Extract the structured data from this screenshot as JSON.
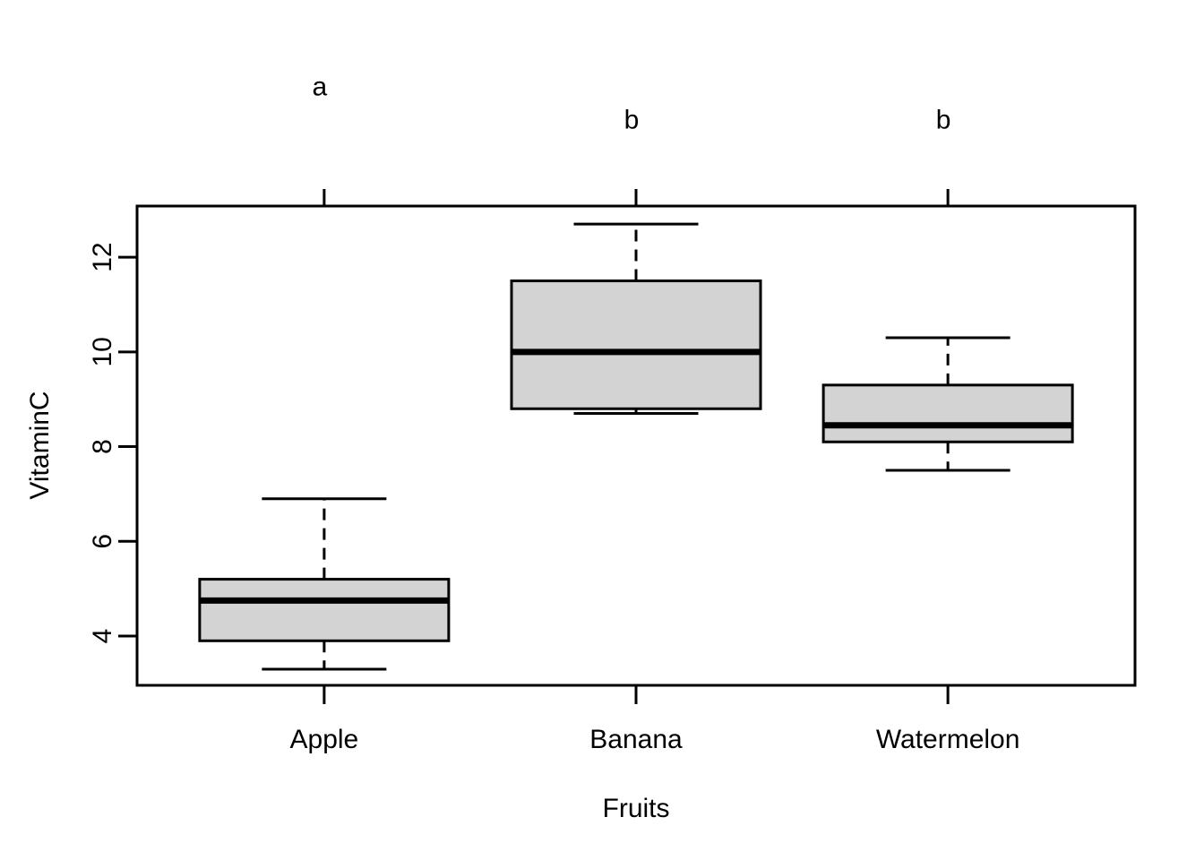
{
  "figure": {
    "background_color": "#ffffff",
    "line_color": "#000000"
  },
  "chart_data": {
    "type": "boxplot",
    "title": "",
    "xlabel": "Fruits",
    "ylabel": "VitaminC",
    "categories": [
      "Apple",
      "Banana",
      "Watermelon"
    ],
    "y_ticks": [
      4,
      6,
      8,
      10,
      12
    ],
    "ylim": [
      2.96,
      13.08
    ],
    "grid": false,
    "legend": "none",
    "box_fill": "#d3d3d3",
    "line_color": "#000000",
    "boxes": [
      {
        "category": "Apple",
        "min": 3.3,
        "q1": 3.9,
        "median": 4.75,
        "q3": 5.2,
        "max": 6.9
      },
      {
        "category": "Banana",
        "min": 8.7,
        "q1": 8.8,
        "median": 10.0,
        "q3": 11.5,
        "max": 12.7
      },
      {
        "category": "Watermelon",
        "min": 7.5,
        "q1": 8.1,
        "median": 8.45,
        "q3": 9.3,
        "max": 10.3
      }
    ],
    "significance_letters": [
      {
        "category": "Apple",
        "label": "a",
        "y": 15.6
      },
      {
        "category": "Banana",
        "label": "b",
        "y": 14.9
      },
      {
        "category": "Watermelon",
        "label": "b",
        "y": 14.9
      }
    ]
  }
}
